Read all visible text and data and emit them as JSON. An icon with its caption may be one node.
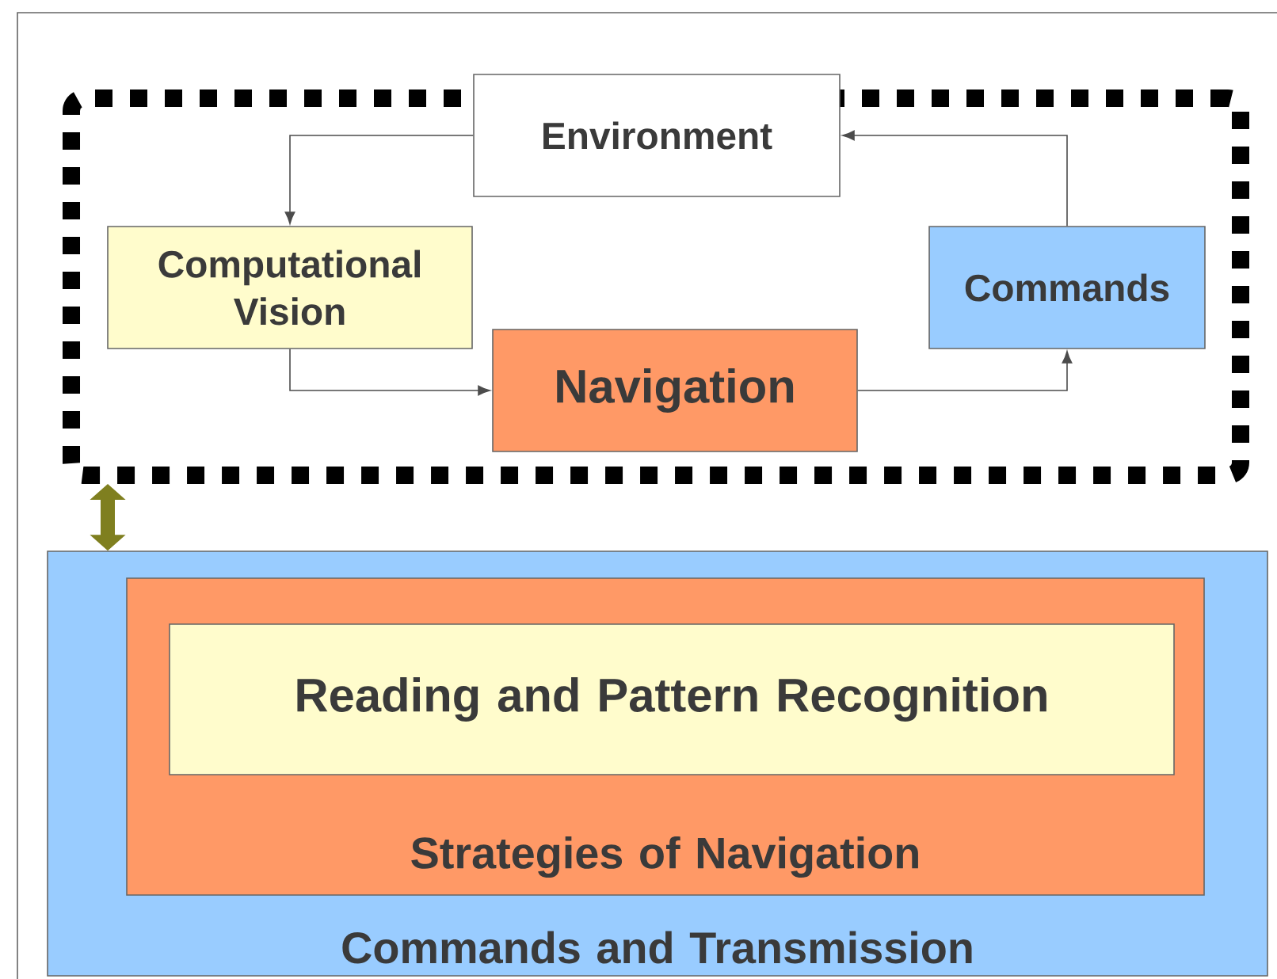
{
  "diagram": {
    "nodes": [
      {
        "text": [],
        "shape": "box"
      },
      {
        "text": [
          "Environment"
        ]
      },
      {
        "text": [
          "Computational Vision"
        ],
        "in": 0
      },
      {
        "text": [
          "Navigation"
        ],
        "in": 0
      },
      {
        "text": [
          "Commands"
        ],
        "in": 0
      },
      {
        "text": [
          "Commands and Transmission"
        ]
      },
      {
        "text": [
          "Strategies of Navigation"
        ],
        "in": 5
      },
      {
        "text": [
          "Reading and Pattern Recognition"
        ],
        "in": 6
      }
    ],
    "edges": [
      {
        "from": 1,
        "to": 2,
        "arrow": "to"
      },
      {
        "from": 2,
        "to": 3,
        "arrow": "to"
      },
      {
        "from": 3,
        "to": 4,
        "arrow": "to"
      },
      {
        "from": 4,
        "to": 1,
        "arrow": "to"
      },
      {
        "from": 0,
        "to": 5,
        "arrow": "both",
        "style": "thick",
        "color": "#7f7f1f"
      }
    ]
  }
}
